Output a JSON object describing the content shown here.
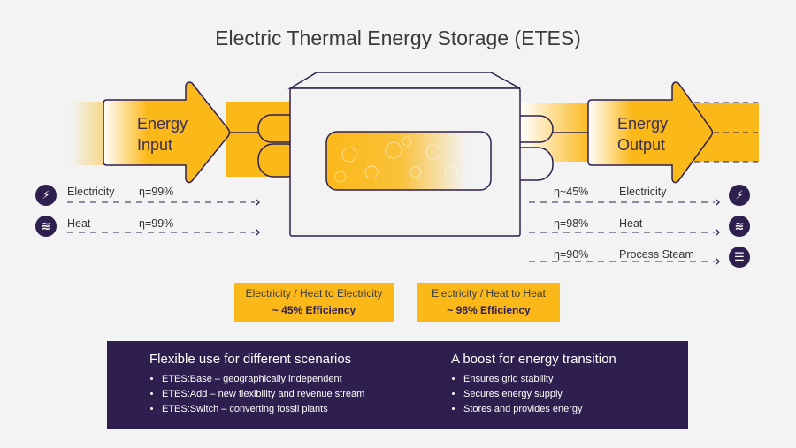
{
  "title": "Electric Thermal Energy Storage (ETES)",
  "input": {
    "label_line1": "Energy",
    "label_line2": "Input",
    "rows": [
      {
        "label": "Electricity",
        "eta": "η=99%",
        "icon": "lightning-icon"
      },
      {
        "label": "Heat",
        "eta": "η=99%",
        "icon": "heat-waves-icon"
      }
    ]
  },
  "output": {
    "label_line1": "Energy",
    "label_line2": "Output",
    "rows": [
      {
        "label": "Electricity",
        "eta": "η~45%",
        "icon": "lightning-icon"
      },
      {
        "label": "Heat",
        "eta": "η=98%",
        "icon": "heat-waves-icon"
      },
      {
        "label": "Process Steam",
        "eta": "η=90%",
        "icon": "steam-wind-icon"
      }
    ]
  },
  "efficiency": [
    {
      "title": "Electricity / Heat to Electricity",
      "value": "~ 45% Efficiency"
    },
    {
      "title": "Electricity / Heat to Heat",
      "value": "~ 98% Efficiency"
    }
  ],
  "info": {
    "left": {
      "heading": "Flexible use for different scenarios",
      "items": [
        "ETES:Base – geographically independent",
        "ETES:Add – new flexibility and revenue stream",
        "ETES:Switch  – converting fossil plants"
      ]
    },
    "right": {
      "heading": "A boost for energy transition",
      "items": [
        "Ensures grid stability",
        "Secures energy supply",
        "Stores and provides energy"
      ]
    }
  },
  "colors": {
    "yellow": "#fbb819",
    "purple": "#2e1f4e",
    "background": "#f3f3f3"
  }
}
